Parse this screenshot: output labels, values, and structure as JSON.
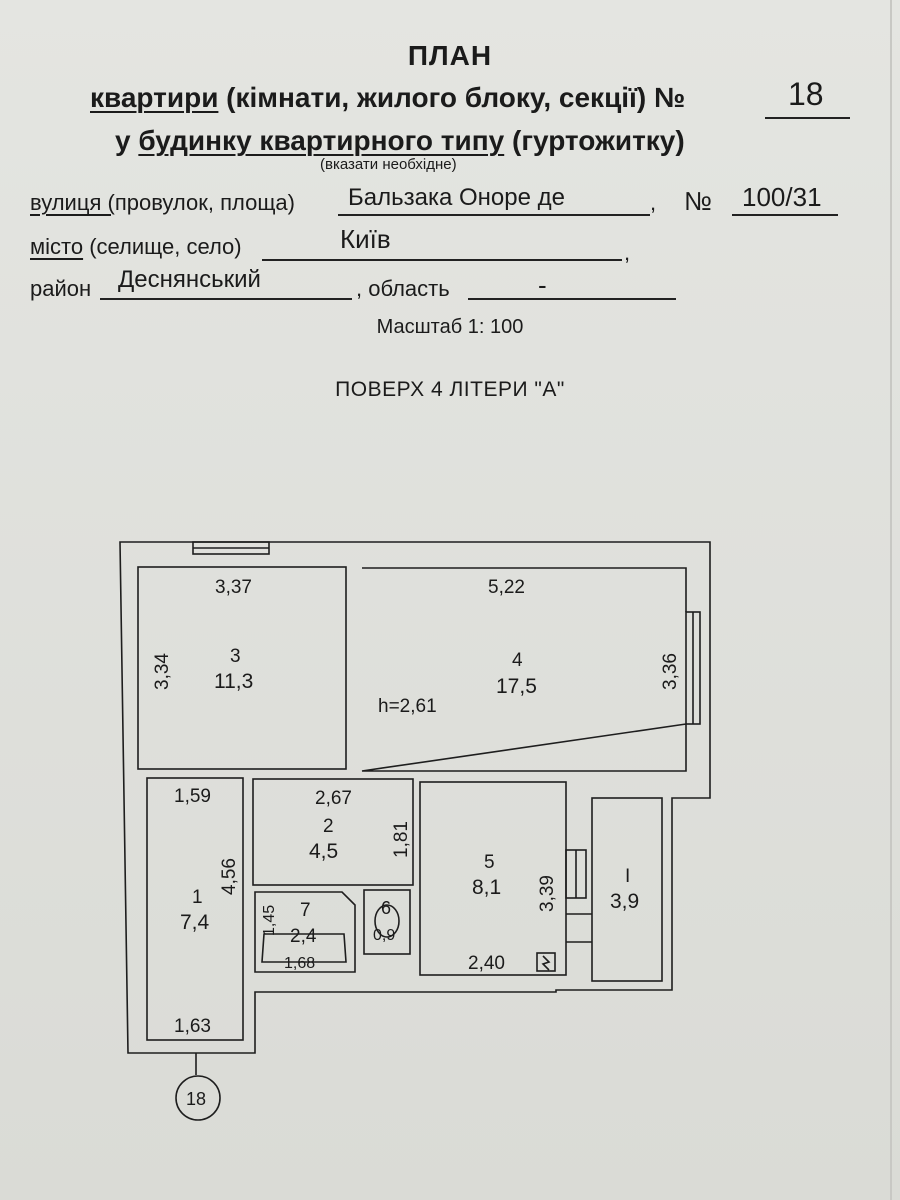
{
  "header": {
    "title": "ПЛАН",
    "line1_part1": "квартири",
    "line1_part2": " (кімнати, жилого блоку, секції) №",
    "apartment_number": "18",
    "line2_part1": "у",
    "line2_part2": "будинку квартирного типу",
    "line2_part3": " (гуртожитку)",
    "hint": "(вказати необхідне)"
  },
  "address": {
    "street_label_u": "вулиця (",
    "street_label_rest": "провулок, площа)",
    "street_value": "Бальзака Оноре де",
    "comma1": ",",
    "number_label": "№",
    "number_value": "100/31",
    "city_label_u": "місто",
    "city_label_rest": " (селище, село)",
    "city_value": "Київ",
    "comma2": ",",
    "district_label": "район",
    "district_value": "Деснянський",
    "region_label": ", область",
    "region_value": "-"
  },
  "scale": "Масштаб 1: 100",
  "floor": "ПОВЕРХ  4  ЛІТЕРИ \"А\"",
  "plan": {
    "height_label": "h=2,61",
    "entrance_number": "18",
    "rooms": [
      {
        "id": "3",
        "area": "11,3",
        "width": "3,37",
        "length": "3,34"
      },
      {
        "id": "4",
        "area": "17,5",
        "width": "5,22",
        "length": "3,36"
      },
      {
        "id": "2",
        "area": "4,5",
        "width": "2,67",
        "length": "1,81"
      },
      {
        "id": "1",
        "area": "7,4",
        "width": "1,59",
        "length": "4,56",
        "bottom": "1,63"
      },
      {
        "id": "5",
        "area": "8,1",
        "width": "2,40",
        "length": "3,39"
      },
      {
        "id": "I",
        "area": "3,9"
      },
      {
        "id": "7",
        "area": "2,4",
        "width": "1,68",
        "length": "1,45"
      },
      {
        "id": "6",
        "area": "0,9"
      }
    ]
  }
}
